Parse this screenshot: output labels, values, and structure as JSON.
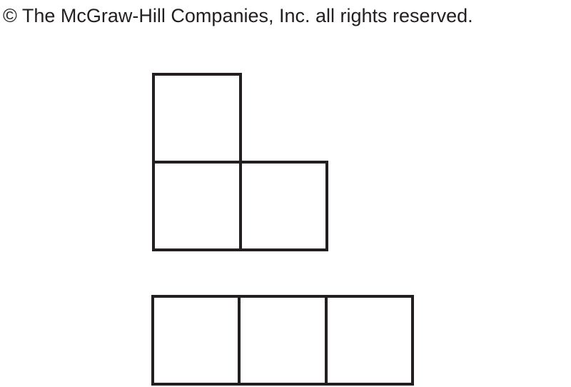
{
  "copyright": {
    "text": "© The McGraw-Hill Companies, Inc. all rights reserved."
  },
  "figures": [
    {
      "name": "l-tromino",
      "squares": 3,
      "arrangement": "L-shape"
    },
    {
      "name": "straight-tromino",
      "squares": 3,
      "arrangement": "row"
    }
  ],
  "colors": {
    "stroke": "#231f20",
    "background": "#ffffff"
  }
}
